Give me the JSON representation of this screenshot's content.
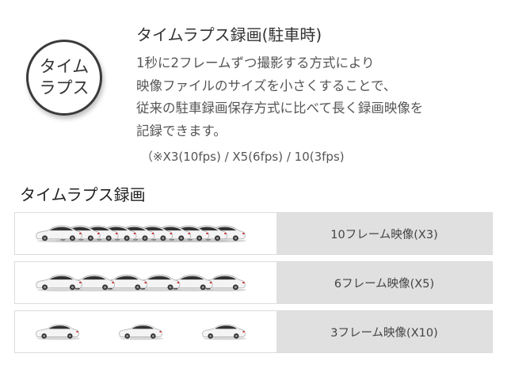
{
  "badge": {
    "line1": "タイム",
    "line2": "ラプス"
  },
  "title": "タイムラプス録画(駐車時)",
  "description": [
    "1秒に2フレームずつ撮影する方式により",
    "映像ファイルのサイズを小さくすることで、",
    "従来の駐車録画保存方式に比べて長く録画映像を",
    "記録できます。"
  ],
  "note": "（※X3(10fps) / X5(6fps) / 10(3fps)",
  "section_title": "タイムラプス録画",
  "rows": [
    {
      "label": "10フレーム映像(X3)",
      "frames": 10
    },
    {
      "label": "6フレーム映像(X5)",
      "frames": 6
    },
    {
      "label": "3フレーム映像(X10)",
      "frames": 3
    }
  ]
}
